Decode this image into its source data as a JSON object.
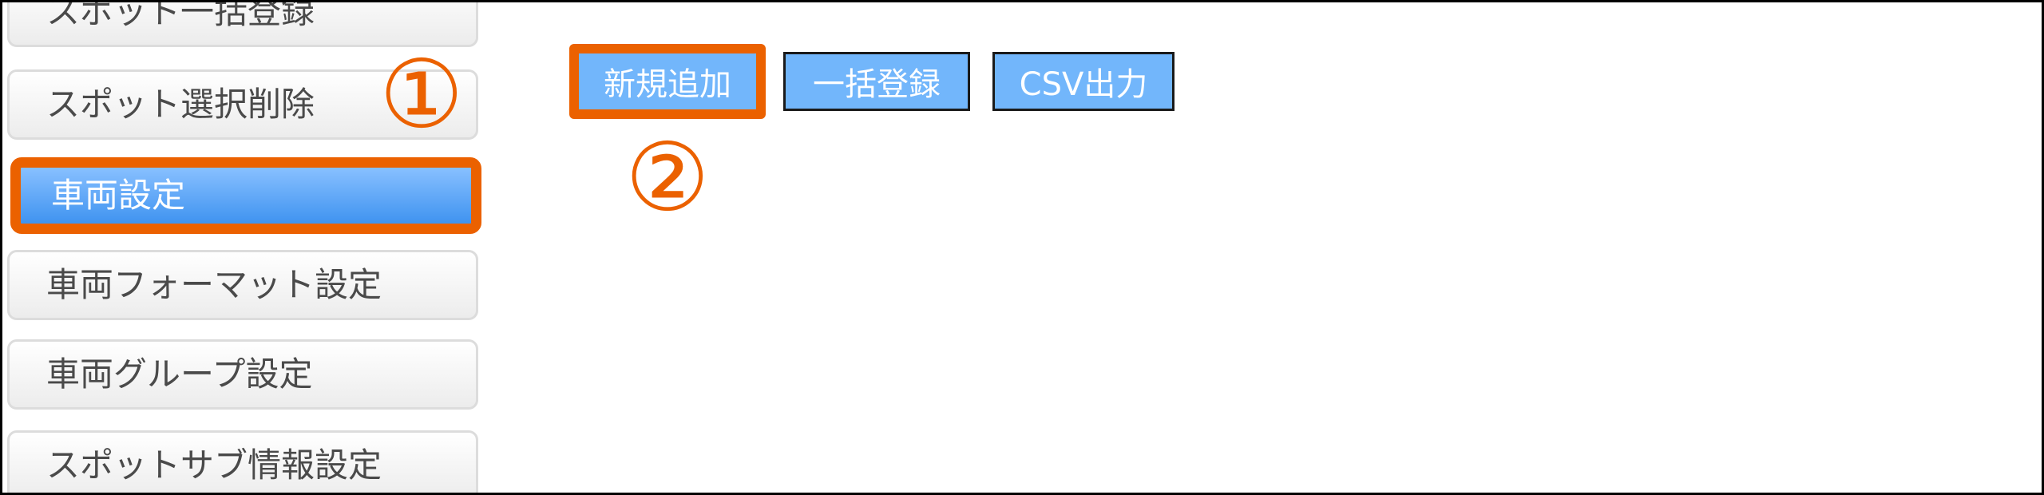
{
  "sidebar": {
    "items": [
      {
        "label": "スポット一括登録"
      },
      {
        "label": "スポット選択削除"
      },
      {
        "label": "車両設定",
        "active": true
      },
      {
        "label": "車両フォーマット設定"
      },
      {
        "label": "車両グループ設定"
      },
      {
        "label": "スポットサブ情報設定"
      }
    ]
  },
  "toolbar": {
    "new_label": "新規追加",
    "bulk_label": "一括登録",
    "csv_label": "CSV出力"
  },
  "annotations": {
    "step1": "①",
    "step2": "②"
  },
  "colors": {
    "highlight": "#eb6100",
    "button_blue": "#72b6fb",
    "active_item_blue": "#3f93f0",
    "menu_text": "#4a4a4a"
  }
}
